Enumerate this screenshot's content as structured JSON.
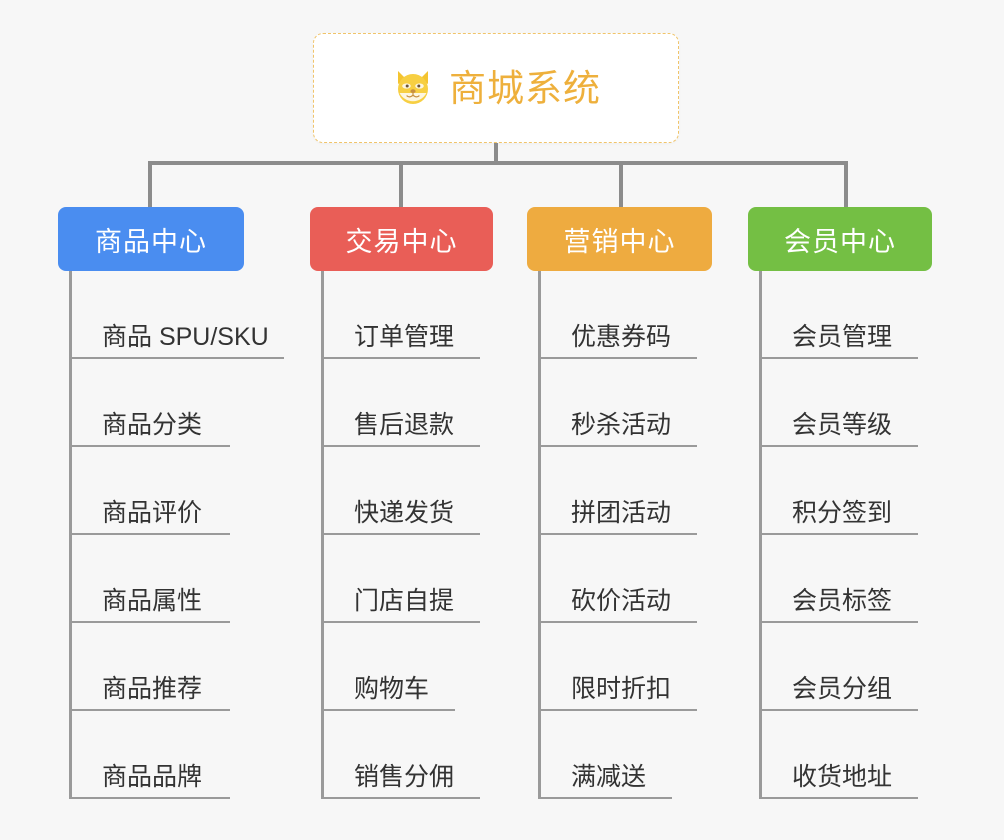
{
  "root": {
    "title": "商城系统",
    "icon": "dog-face-emoji",
    "border_color": "#f0c46a",
    "text_color": "#eeb03c"
  },
  "page": {
    "background_color": "#f7f7f7",
    "connector_color": "#8c8c8c"
  },
  "columns": [
    {
      "title": "商品中心",
      "color": "#4a8df0",
      "items": [
        "商品 SPU/SKU",
        "商品分类",
        "商品评价",
        "商品属性",
        "商品推荐",
        "商品品牌"
      ]
    },
    {
      "title": "交易中心",
      "color": "#e95e57",
      "items": [
        "订单管理",
        "售后退款",
        "快递发货",
        "门店自提",
        "购物车",
        "销售分佣"
      ]
    },
    {
      "title": "营销中心",
      "color": "#eeab40",
      "items": [
        "优惠券码",
        "秒杀活动",
        "拼团活动",
        "砍价活动",
        "限时折扣",
        "满减送"
      ]
    },
    {
      "title": "会员中心",
      "color": "#74bf44",
      "items": [
        "会员管理",
        "会员等级",
        "积分签到",
        "会员标签",
        "会员分组",
        "收货地址"
      ]
    }
  ]
}
